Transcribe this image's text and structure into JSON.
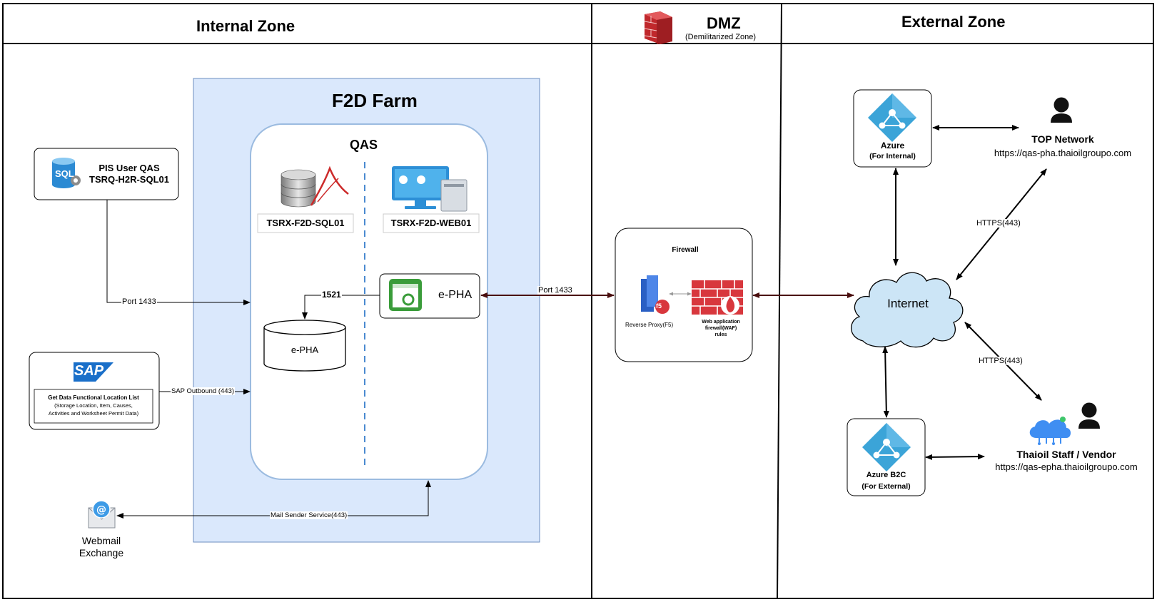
{
  "zones": {
    "internal": "Internal Zone",
    "dmz": "DMZ",
    "dmz_sub": "(Demilitarized Zone)",
    "external": "External Zone"
  },
  "farm": {
    "title": "F2D Farm",
    "qas_title": "QAS",
    "sql_server": "TSRX-F2D-SQL01",
    "web_server": "TSRX-F2D-WEB01",
    "app_name": "e-PHA",
    "db_name": "e-PHA",
    "db_port": "1521"
  },
  "pis": {
    "line1": "PIS User QAS",
    "line2": "TSRQ-H2R-SQL01",
    "sql_icon_text": "SQL"
  },
  "sap": {
    "logo": "SAP",
    "title": "Get Data Functional Location List",
    "detail1": "(Storage Location, Item, Causes,",
    "detail2": "Activities and Worksheet Permit Data)"
  },
  "webmail": {
    "line1": "Webmail",
    "line2": "Exchange"
  },
  "connections": {
    "port_1433_left": "Port 1433",
    "sap_outbound": "SAP Outbound (443)",
    "mail_sender": "Mail Sender Service(443)",
    "port_1433_right": "Port 1433",
    "https_top": "HTTPS(443)",
    "https_bottom": "HTTPS(443)"
  },
  "firewall": {
    "title": "Firewall",
    "reverse_proxy": "Reverse Proxy(F5)",
    "f5_badge": "f5",
    "waf_line1": "Web application",
    "waf_line2": "firewall(WAF)",
    "waf_line3": "rules"
  },
  "internet": "Internet",
  "azure_internal": {
    "name": "Azure",
    "sub": "(For Internal)"
  },
  "azure_b2c": {
    "name": "Azure B2C",
    "sub": "(For External)"
  },
  "top_network": {
    "name": "TOP Network",
    "url": "https://qas-pha.thaioilgroupo.com"
  },
  "thaioil": {
    "name": "Thaioil Staff / Vendor",
    "url": "https://qas-epha.thaioilgroupo.com"
  },
  "colors": {
    "farm_fill": "#dae8fc",
    "farm_stroke": "#6c8ebf",
    "azure_blue": "#3ba4d8",
    "firewall_red": "#d8373d",
    "cloud_fill": "#cce5f6",
    "dark_arrow": "#4a0e0e",
    "dashed_blue": "#4a8ad0"
  }
}
